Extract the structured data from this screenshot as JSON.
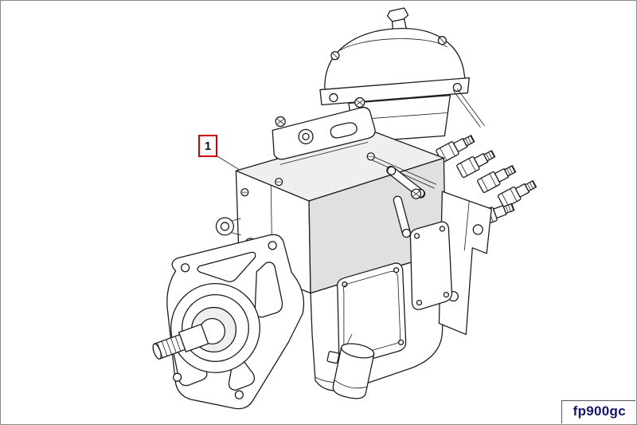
{
  "figure": {
    "illustration": "diesel-fuel-injection-pump-line-drawing",
    "callouts": [
      {
        "label": "1"
      }
    ],
    "part_code": "fp900gc",
    "colors": {
      "callout_border": "#d40000",
      "part_code_text": "#16166b",
      "line_art": "#1c1c1c",
      "canvas_border": "#8a8a8a"
    }
  }
}
